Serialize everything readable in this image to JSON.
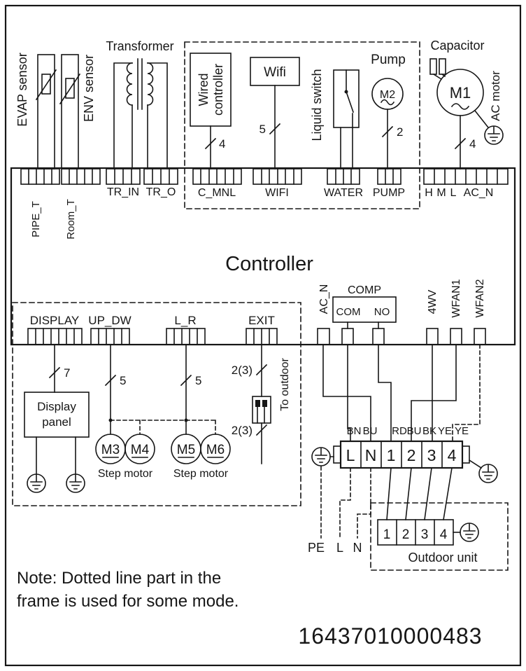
{
  "top": {
    "evap_sensor": "EVAP sensor",
    "env_sensor": "ENV sensor",
    "transformer": "Transformer",
    "wired_controller": {
      "line1": "Wired",
      "line2": "controller",
      "count": "4"
    },
    "wifi": {
      "label": "Wifi",
      "count": "5"
    },
    "liquid_switch": "Liquid switch",
    "pump": {
      "label": "Pump",
      "motor": "M2",
      "count": "2"
    },
    "capacitor": "Capacitor",
    "ac_motor": {
      "motor": "M1",
      "label": "AC motor",
      "count": "4"
    }
  },
  "controller": {
    "title": "Controller",
    "top_terminals": {
      "pipe_t": "PIPE_T",
      "room_t": "Room_T",
      "tr_in": "TR_IN",
      "tr_o": "TR_O",
      "c_mnl": "C_MNL",
      "wifi": "WIFI",
      "water": "WATER",
      "pump": "PUMP",
      "h": "H",
      "m": "M",
      "l": "L",
      "ac_n": "AC_N"
    },
    "bottom_terminals": {
      "display": "DISPLAY",
      "up_dw": "UP_DW",
      "l_r": "L_R",
      "exit": "EXIT",
      "ac_n": "AC_N",
      "comp": "COMP",
      "com": "COM",
      "no": "NO",
      "four_wv": "4WV",
      "wfan1": "WFAN1",
      "wfan2": "WFAN2"
    }
  },
  "bottom_left": {
    "display_count": "7",
    "display_panel": {
      "line1": "Display",
      "line2": "panel"
    },
    "up_dw_count": "5",
    "l_r_count": "5",
    "motors": {
      "m3": "M3",
      "m4": "M4",
      "m5": "M5",
      "m6": "M6"
    },
    "step_motor_left": "Step motor",
    "step_motor_right": "Step motor",
    "exit_count_top": "2(3)",
    "exit_count_bottom": "2(3)",
    "to_outdoor": "To outdoor"
  },
  "bottom_right": {
    "wire_colors": [
      "BN",
      "BU",
      "RD",
      "BU",
      "BK",
      "YE",
      "YE"
    ],
    "main_terminals": [
      "L",
      "N",
      "1",
      "2",
      "3",
      "4"
    ],
    "pe": "PE",
    "l": "L",
    "n": "N",
    "outdoor_terminals": [
      "1",
      "2",
      "3",
      "4"
    ],
    "outdoor_unit": "Outdoor unit"
  },
  "note": {
    "line1": "Note: Dotted line part in the",
    "line2": "frame is used for some mode."
  },
  "part_number": "16437010000483"
}
